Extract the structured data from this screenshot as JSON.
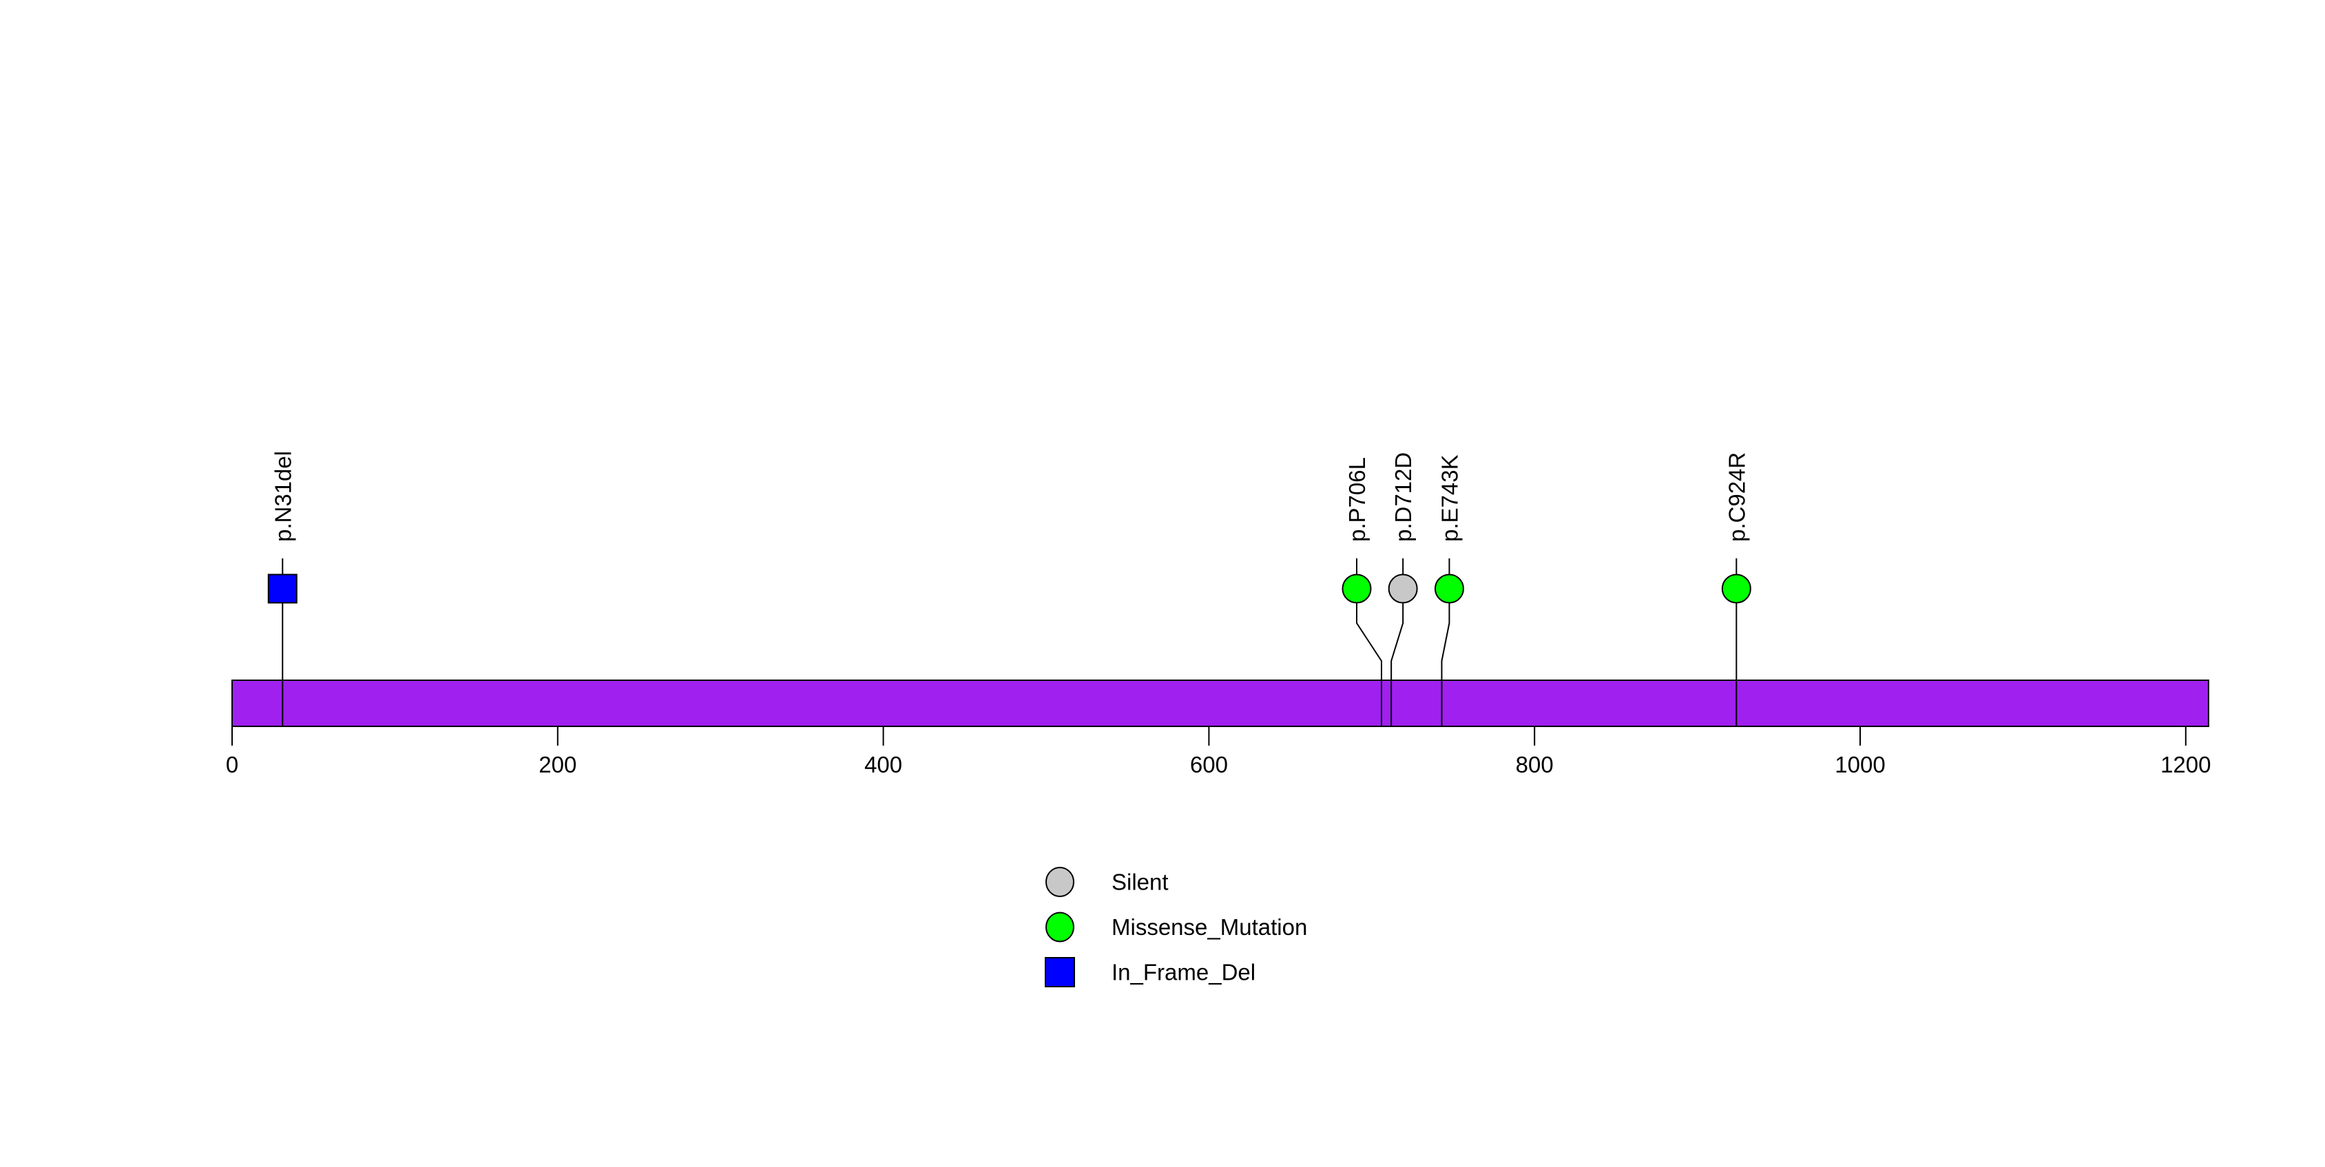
{
  "chart_data": {
    "type": "lollipop",
    "title": "",
    "xlabel": "",
    "ylabel": "",
    "axis": {
      "range": [
        0,
        1214
      ],
      "tick_values": [
        0,
        200,
        400,
        600,
        800,
        1000,
        1200
      ],
      "tick_labels": [
        "0",
        "200",
        "400",
        "600",
        "800",
        "1000",
        "1200"
      ],
      "grid": false
    },
    "protein": {
      "start": 0,
      "end": 1214,
      "color": "#A020F0"
    },
    "mutation_types": {
      "Silent": {
        "color": "#C8C8C8",
        "marker": "circle"
      },
      "Missense_Mutation": {
        "color": "#00FF00",
        "marker": "circle"
      },
      "In_Frame_Del": {
        "color": "#0000FF",
        "marker": "square"
      }
    },
    "mutations": [
      {
        "label": "p.N31del",
        "position": 31,
        "type": "In_Frame_Del",
        "marker_dx": 0
      },
      {
        "label": "p.P706L",
        "position": 706,
        "type": "Missense_Mutation",
        "marker_dx": -36
      },
      {
        "label": "p.D712D",
        "position": 712,
        "type": "Silent",
        "marker_dx": 17
      },
      {
        "label": "p.E743K",
        "position": 743,
        "type": "Missense_Mutation",
        "marker_dx": 11
      },
      {
        "label": "p.C924R",
        "position": 924,
        "type": "Missense_Mutation",
        "marker_dx": 0
      }
    ],
    "legend": {
      "position": "bottom-center",
      "entries": [
        {
          "label": "Silent",
          "type": "Silent"
        },
        {
          "label": "Missense_Mutation",
          "type": "Missense_Mutation"
        },
        {
          "label": "In_Frame_Del",
          "type": "In_Frame_Del"
        }
      ]
    }
  }
}
